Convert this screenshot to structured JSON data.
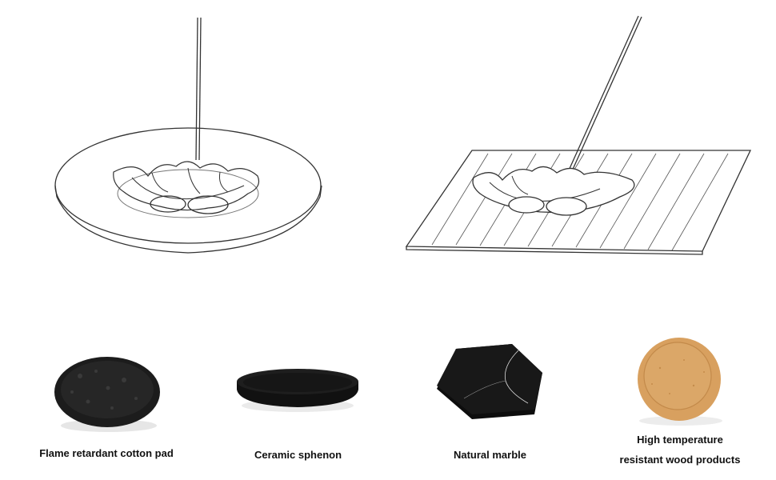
{
  "products": [
    {
      "name": "Flame retardant cotton pad",
      "icon": "cotton-pad-icon"
    },
    {
      "name": "Ceramic sphenon",
      "icon": "ceramic-plate-icon"
    },
    {
      "name": "Natural marble",
      "icon": "marble-hexagon-icon"
    },
    {
      "name_line1": "High temperature",
      "name_line2": "resistant wood products",
      "icon": "wood-coaster-icon"
    }
  ],
  "colors": {
    "line": "#333333",
    "cotton": "#1c1c1c",
    "ceramic": "#161616",
    "marble": "#0d0d0d",
    "wood": "#d8a05f"
  }
}
